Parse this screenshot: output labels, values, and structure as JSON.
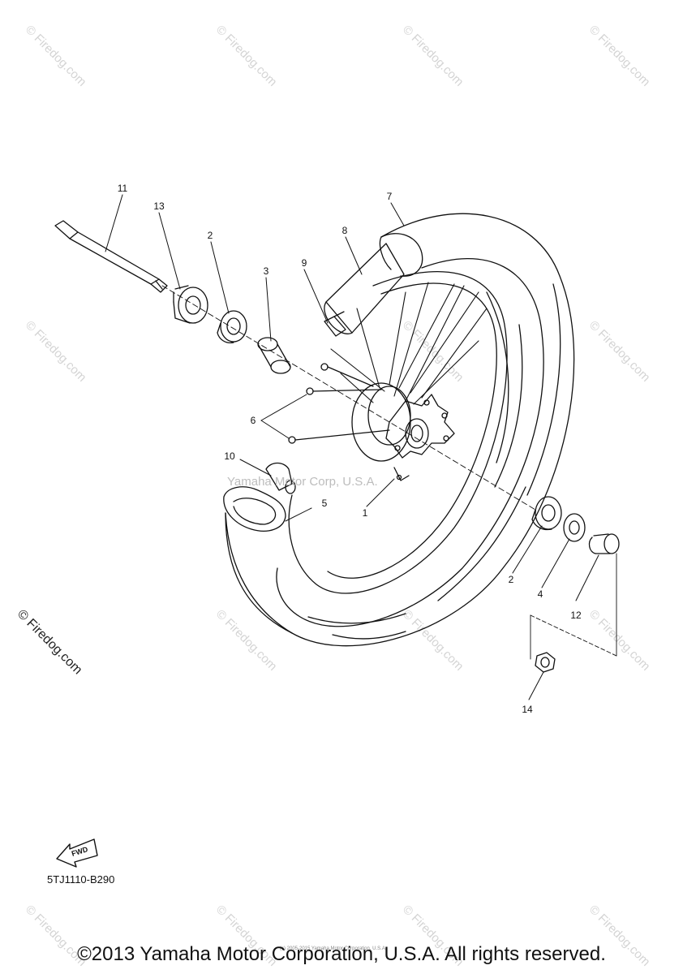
{
  "watermark": "© Firedog.com",
  "brand_watermark": "© Firedog.com",
  "center_watermark": "Yamaha Motor Corp, U.S.A.",
  "fwd_label": "FWD",
  "diagram_code": "5TJ1110-B290",
  "small_notice": "(c) 2005-2015 Yamaha Motor Corporation, U.S.A.",
  "copyright": "©2013 Yamaha Motor Corporation, U.S.A. All rights reserved.",
  "callouts": {
    "c1": "1",
    "c2a": "2",
    "c2b": "2",
    "c3": "3",
    "c4": "4",
    "c5": "5",
    "c6": "6",
    "c7": "7",
    "c8": "8",
    "c9": "9",
    "c10": "10",
    "c11": "11",
    "c12": "12",
    "c13": "13",
    "c14": "14"
  }
}
